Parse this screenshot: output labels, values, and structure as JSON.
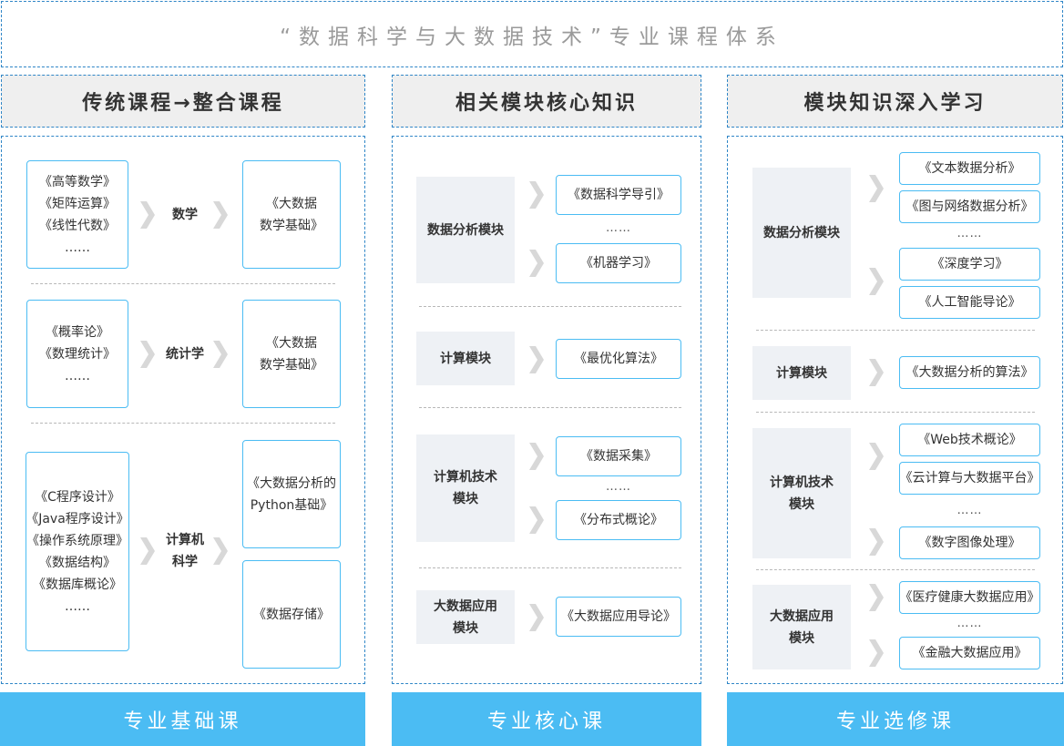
{
  "title": "“数据科学与大数据技术”专业课程体系",
  "columns": [
    {
      "header": "传统课程→整合课程",
      "footer": "专业基础课",
      "groups": [
        {
          "left": [
            "《高等数学》",
            "《矩阵运算》",
            "《线性代数》",
            "……"
          ],
          "label": [
            "数学"
          ],
          "right": [
            [
              "《大数据",
              "数学基础》"
            ]
          ]
        },
        {
          "left": [
            "《概率论》",
            "《数理统计》",
            "……"
          ],
          "label": [
            "统计学"
          ],
          "right": [
            [
              "《大数据",
              "数学基础》"
            ]
          ]
        },
        {
          "left": [
            "《C程序设计》",
            "《Java程序设计》",
            "《操作系统原理》",
            "《数据结构》",
            "《数据库概论》",
            "……"
          ],
          "label": [
            "计算机",
            "科学"
          ],
          "right": [
            [
              "《大数据分析的",
              "Python基础》"
            ],
            [
              "《数据存储》"
            ]
          ]
        }
      ]
    },
    {
      "header": "相关模块核心知识",
      "footer": "专业核心课",
      "modules": [
        {
          "name": [
            "数据分析模块"
          ],
          "courses": [
            "《数据科学导引》",
            "《机器学习》"
          ],
          "ellipsis": "……"
        },
        {
          "name": [
            "计算模块"
          ],
          "courses": [
            "《最优化算法》"
          ]
        },
        {
          "name": [
            "计算机技术",
            "模块"
          ],
          "courses": [
            "《数据采集》",
            "《分布式概论》"
          ],
          "ellipsis": "……"
        },
        {
          "name": [
            "大数据应用",
            "模块"
          ],
          "courses": [
            "《大数据应用导论》"
          ]
        }
      ]
    },
    {
      "header": "模块知识深入学习",
      "footer": "专业选修课",
      "modules": [
        {
          "name": [
            "数据分析模块"
          ],
          "courses": [
            "《文本数据分析》",
            "《图与网络数据分析》",
            "《深度学习》",
            "《人工智能导论》"
          ],
          "ellipsis": "……"
        },
        {
          "name": [
            "计算模块"
          ],
          "courses": [
            "《大数据分析的算法》"
          ]
        },
        {
          "name": [
            "计算机技术",
            "模块"
          ],
          "courses": [
            "《Web技术概论》",
            "《云计算与大数据平台》",
            "《数字图像处理》"
          ],
          "ellipsis": "……"
        },
        {
          "name": [
            "大数据应用",
            "模块"
          ],
          "courses": [
            "《医疗健康大数据应用》",
            "《金融大数据应用》"
          ],
          "ellipsis": "……"
        }
      ]
    }
  ]
}
